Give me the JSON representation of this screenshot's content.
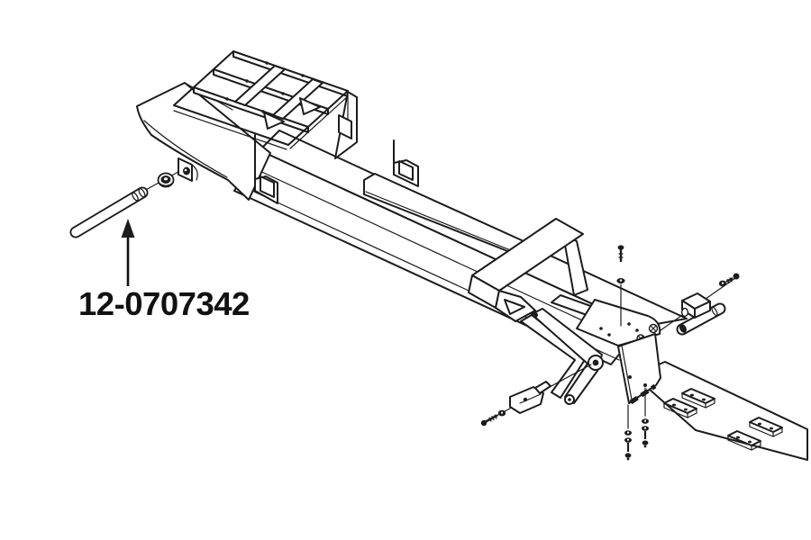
{
  "diagram": {
    "background": "#ffffff",
    "line_color": "#1c1c1c",
    "callout": {
      "part_number": "12-0707342"
    },
    "parts": [
      "retaining-pin",
      "flange-nut",
      "pin-bracket",
      "front-platform",
      "flared-wing",
      "main-beam",
      "beam-top-plate",
      "crossbar-bracket",
      "hitch-tower",
      "a-frame-bracket",
      "clevis-bolt-group",
      "hitch-pin-group",
      "mounting-plates",
      "fastener-stacks"
    ]
  }
}
